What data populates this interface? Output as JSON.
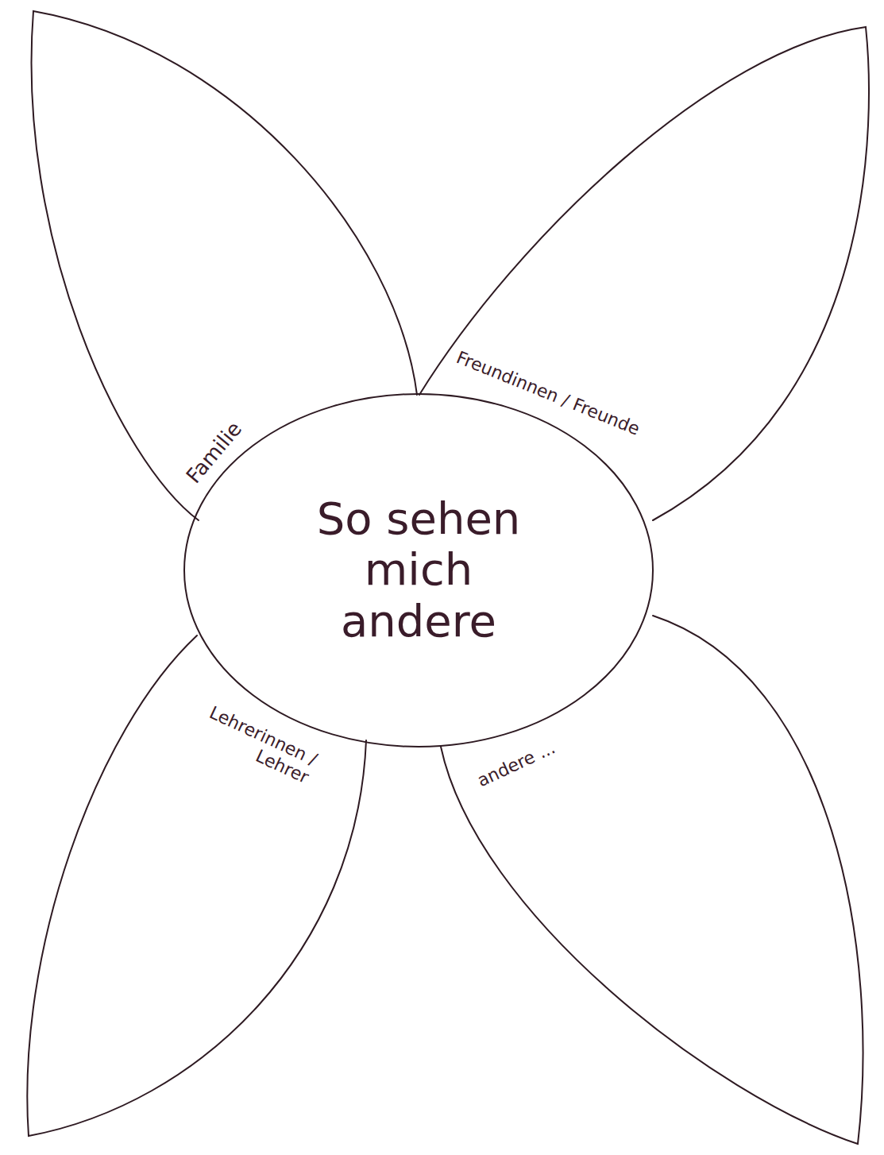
{
  "diagram": {
    "nodes": [
      {
        "text": [
          "So sehen mich andere"
        ]
      },
      {
        "text": [
          "Familie"
        ]
      },
      {
        "text": [
          "Freundinnen / Freunde"
        ]
      },
      {
        "text": [
          "Lehrerinnen / Lehrer"
        ]
      },
      {
        "text": [
          "andere ..."
        ]
      }
    ]
  }
}
